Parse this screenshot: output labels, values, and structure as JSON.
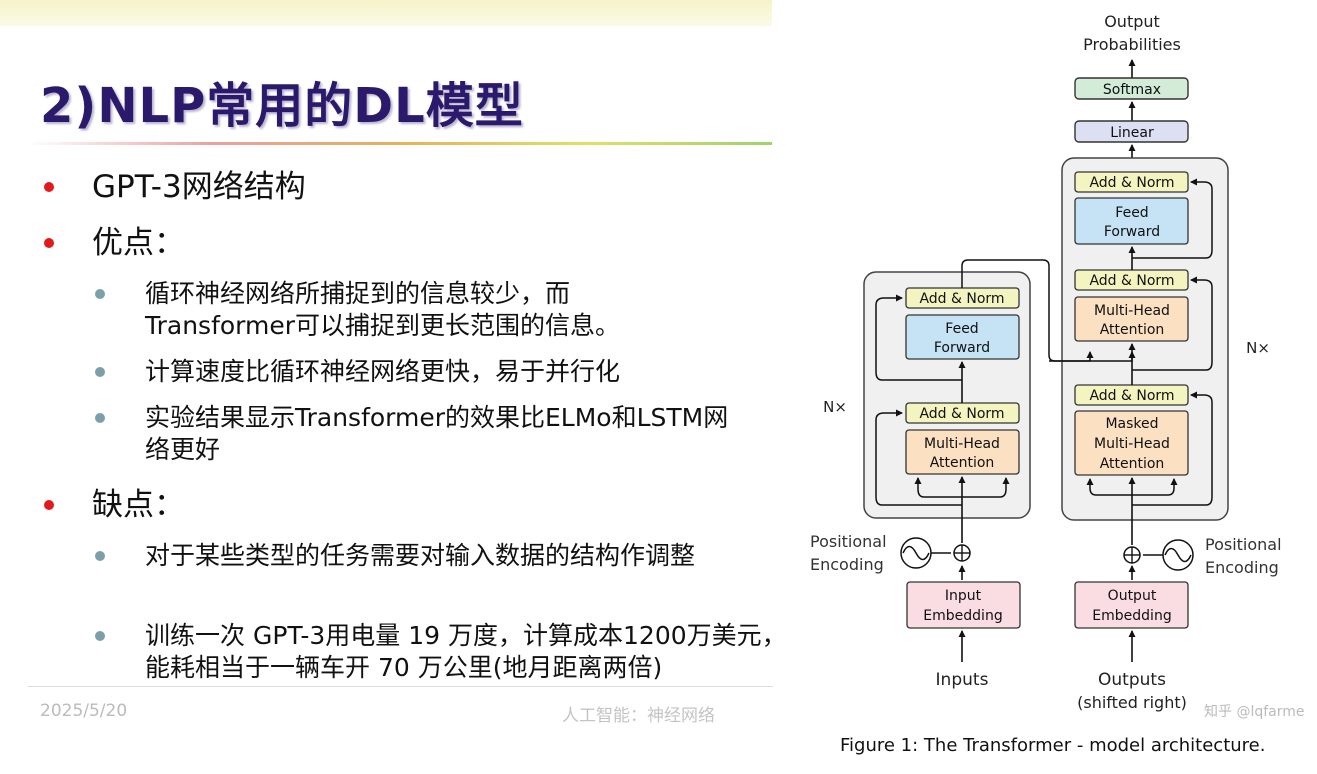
{
  "slide": {
    "title": "2)NLP常用的DL模型",
    "bullets": [
      {
        "text": "GPT-3网络结构",
        "children": []
      },
      {
        "text": "优点：",
        "children": [
          "循环神经网络所捕捉到的信息较少，而Transformer可以捕捉到更长范围的信息。",
          "计算速度比循环神经网络更快，易于并行化",
          "实验结果显示Transformer的效果比ELMo和LSTM网络更好"
        ]
      },
      {
        "text": "缺点：",
        "children": [
          "对于某些类型的任务需要对输入数据的结构作调整",
          "训练一次 GPT-3用电量 19 万度，计算成本1200万美元，能耗相当于一辆车开 70 万公里(地月距离两倍)"
        ]
      }
    ],
    "footer": {
      "date": "2025/5/20",
      "course": "人工智能：神经网络"
    }
  },
  "figure": {
    "output_probabilities": [
      "Output",
      "Probabilities"
    ],
    "softmax": "Softmax",
    "linear": "Linear",
    "add_norm": "Add & Norm",
    "feed_forward": [
      "Feed",
      "Forward"
    ],
    "multi_head_attention": [
      "Multi-Head",
      "Attention"
    ],
    "masked_multi_head_attention": [
      "Masked",
      "Multi-Head",
      "Attention"
    ],
    "nx": "N×",
    "positional_encoding": [
      "Positional",
      "Encoding"
    ],
    "input_embedding": [
      "Input",
      "Embedding"
    ],
    "output_embedding": [
      "Output",
      "Embedding"
    ],
    "inputs": "Inputs",
    "outputs": [
      "Outputs",
      "(shifted right)"
    ],
    "caption": "Figure 1: The Transformer - model architecture.",
    "watermark": "知乎 @lqfarme",
    "colors": {
      "add_norm": "#f3f4c0",
      "feed_forward": "#c5e3f5",
      "attention": "#fbe0c2",
      "embedding": "#f9dde2",
      "linear": "#dde0f3",
      "softmax": "#d3ecd8",
      "block_bg": "#f0f0f0",
      "bullet_red": "#e11b1b",
      "title": "#2b1a6b"
    }
  }
}
